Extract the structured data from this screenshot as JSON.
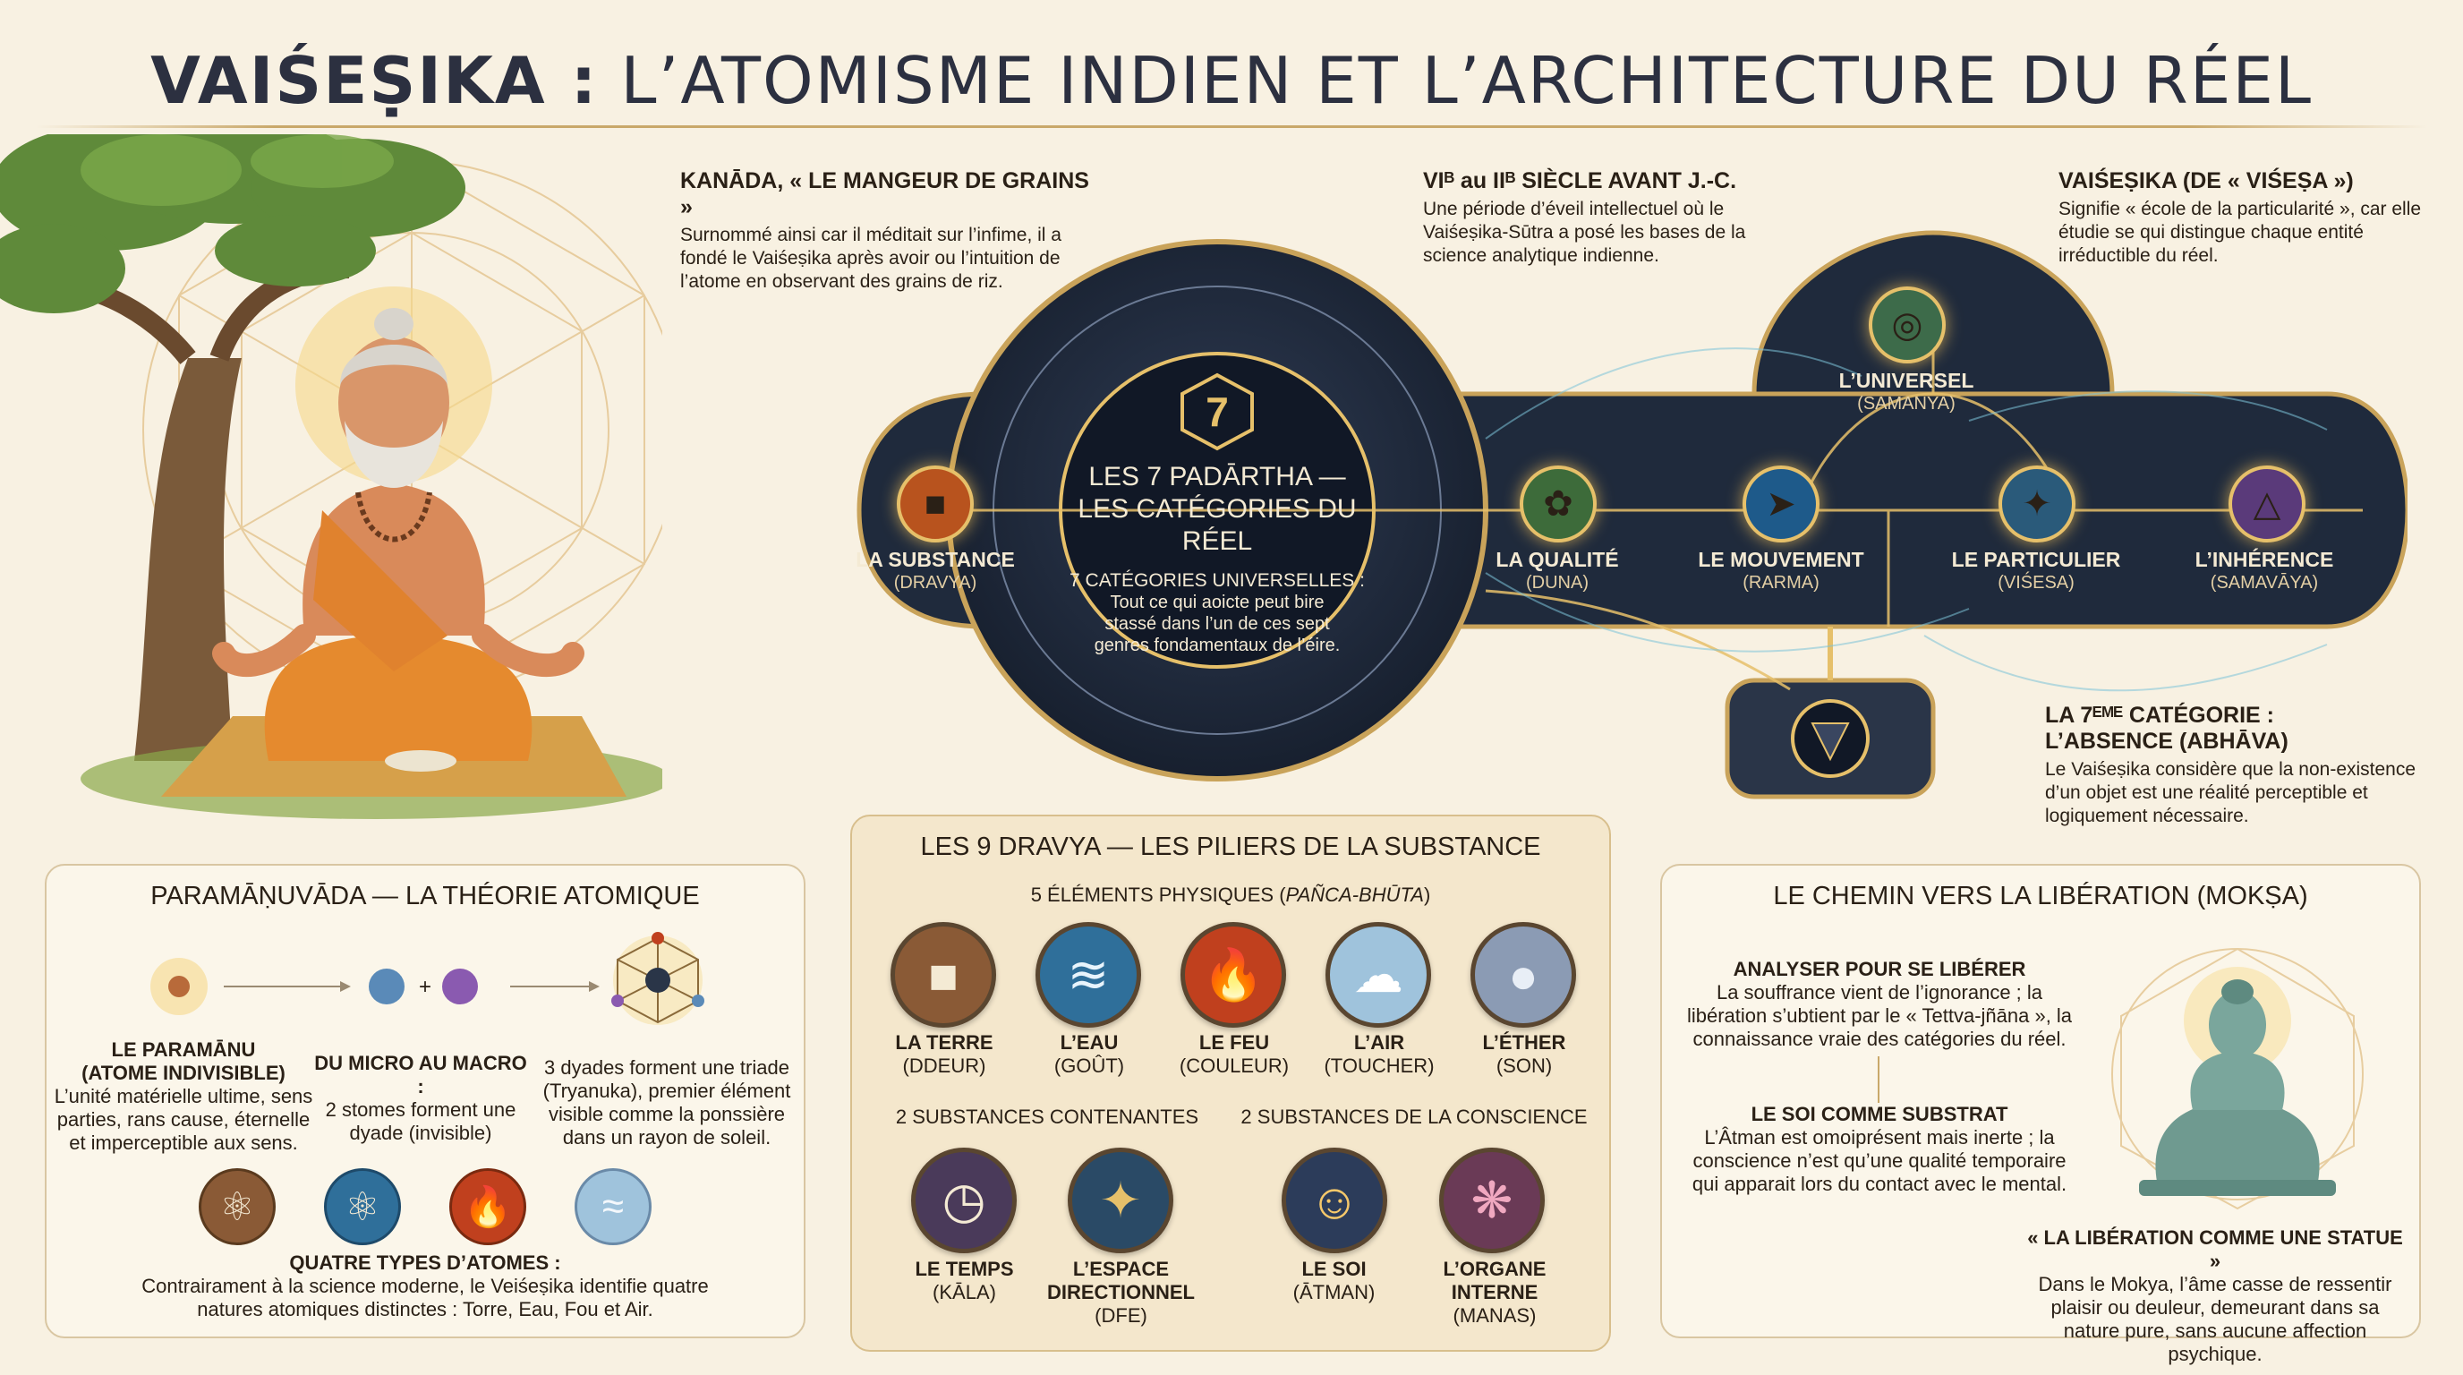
{
  "title": {
    "bold": "VAIŚEṢIKA :",
    "rest": " L’ATOMISME INDIEN ET L’ARCHITECTURE DU RÉEL"
  },
  "info": {
    "kanada": {
      "heading": "KANĀDA, « LE MANGEUR DE GRAINS »",
      "text": "Surnommé ainsi car il méditait sur l’infime, il a fondé le Vaiśeṣika après avoir ou l’intuition de l’atome en observant des grains de riz."
    },
    "period": {
      "heading": "VIᴮ au IIᴮ SIÈCLE AVANT J.-C.",
      "text": "Une période d’éveil intellectuel où le Vaiśeṣika-Sūtra a posé les bases de la science analytique indienne."
    },
    "name": {
      "heading": "VAIŚEṢIKA (DE « VIŚEṢA »)",
      "text": "Signifie « école de la particularité », car elle étudie se qui distingue chaque entité irréductible du réel."
    }
  },
  "center": {
    "badge": "7",
    "title_line1": "LES 7 PADĀRTHA —",
    "title_line2": "LES CATÉGORIES DU RÉEL",
    "sub_heading": "7 CATÉGORIES UNIVERSELLES :",
    "sub_text": "Tout ce qui aoicte peut bire stassé dans l’un de ces sept genres fondamentaux de l’éire."
  },
  "categories": [
    {
      "name": "LA SUBSTANCE",
      "sub": "(DRAVYA)",
      "icon": "cube-icon"
    },
    {
      "name": "LA QUALITÉ",
      "sub": "(DUNA)",
      "icon": "leaf-icon"
    },
    {
      "name": "LE MOUVEMENT",
      "sub": "(RARMA)",
      "icon": "runner-icon"
    },
    {
      "name": "L’UNIVERSEL",
      "sub": "(SAMANYA)",
      "icon": "globe-icon"
    },
    {
      "name": "LE PARTICULIER",
      "sub": "(VIŚESA)",
      "icon": "compass-icon"
    },
    {
      "name": "L’INHÉRENCE",
      "sub": "(SAMAVĀYA)",
      "icon": "triangle-icon"
    }
  ],
  "absence": {
    "heading1": "LA 7ᴱᴹᴱ CATÉGORIE :",
    "heading2": "L’ABSENCE (ABHĀVA)",
    "text": "Le Vaiśeṣika considère que la non-existence d’un objet est une réalité perceptible et logiquement nécessaire."
  },
  "atomic": {
    "title": "PARAMĀṆUVĀDA — LA THÉORIE ATOMIQUE",
    "step1_title": "LE PARAMĀNU",
    "step1_title2": "(ATOME INDIVISIBLE)",
    "step1_text": "L’unité matérielle ultime, sens parties, rans cause, éternelle et imperceptible aux sens.",
    "step2_title": "DU MICRO AU MACRO :",
    "step2_text": "2 stomes forment une dyade (invisible)",
    "step3_text": "3 dyades forment une triade (Tryanuka), premier élément visible comme la ponssière dans un rayon de soleil.",
    "types_title": "QUATRE TYPES D’ATOMES :",
    "types_text": "Contrairament à la science moderne, le Veiśeṣika identifie quatre natures atomiques distinctes : Torre, Eau, Fou et Air."
  },
  "dravya": {
    "title": "LES 9 DRAVYA — LES PILIERS DE LA SUBSTANCE",
    "elements_title": "5 ÉLÉMENTS PHYSIQUES (",
    "elements_title_it": "PAÑCA-BHŪTA",
    "elements_title_end": ")",
    "elements": [
      {
        "name": "LA TERRE",
        "sub": "(DDEUR)",
        "icon": "earth-block-icon",
        "color": "#8a5a36"
      },
      {
        "name": "L’EAU",
        "sub": "(GOÛT)",
        "icon": "wave-icon",
        "color": "#2f6f9a"
      },
      {
        "name": "LE FEU",
        "sub": "(COULEUR)",
        "icon": "flame-icon",
        "color": "#c0401e"
      },
      {
        "name": "L’AIR",
        "sub": "(TOUCHER)",
        "icon": "cloud-icon",
        "color": "#9fc3dc"
      },
      {
        "name": "L’ÉTHER",
        "sub": "(SON)",
        "icon": "sphere-icon",
        "color": "#8b9bb4"
      }
    ],
    "containing_title": "2 SUBSTANCES CONTENANTES",
    "conscience_title": "2 SUBSTANCES DE LA CONSCIENCE",
    "containing": [
      {
        "name": "LE TEMPS",
        "sub": "(KĀLA)",
        "icon": "clock-icon",
        "color": "#4a3a5a"
      },
      {
        "name": "L’ESPACE DIRECTIONNEL",
        "sub": "(DFE)",
        "icon": "compass-rose-icon",
        "color": "#2a4a66"
      }
    ],
    "conscience": [
      {
        "name": "LE SOI",
        "sub": "(ĀTMAN)",
        "icon": "glowing-figure-icon",
        "color": "#2c3c5a"
      },
      {
        "name": "L’ORGANE INTERNE",
        "sub": "(MANAS)",
        "icon": "brain-icon",
        "color": "#6a3a56"
      }
    ]
  },
  "moksha": {
    "title": "LE CHEMIN VERS LA LIBÉRATION (MOKṢA)",
    "s1_heading": "ANALYSER POUR SE LIBÉRER",
    "s1_text": "La souffrance vient de l’ignorance ; la libération s’ubtient par le « Tettva-jñāna », la connaissance vraie des catégories du réel.",
    "s2_heading": "LE SOI COMME SUBSTRAT",
    "s2_text": "L’Âtman est omoiprésent mais inerte ; la conscience n’est qu’une qualité temporaire qui apparait lors du contact avec le mental.",
    "s3_heading": "« LA LIBÉRATION COMME UNE STATUE »",
    "s3_text": "Dans le Mokya, l’âme casse de ressentir plaisir ou deuleur, demeurant dans sa nature pure, sans aucune affection psychique."
  },
  "colors": {
    "gold": "#e6c06a",
    "navy": "#1f2a3c",
    "cream": "#f8f1e2",
    "orange": "#e0822e"
  }
}
